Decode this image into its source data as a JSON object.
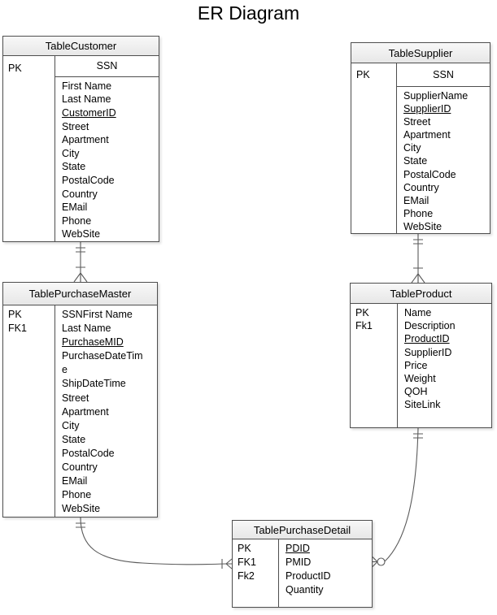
{
  "title": "ER Diagram",
  "diagram": {
    "entities": [
      {
        "id": "customer",
        "name": "TableCustomer",
        "key_labels": [
          "PK"
        ],
        "pk_attribute": "SSN",
        "fields": [
          {
            "text": "First Name",
            "underline": false
          },
          {
            "text": "Last Name",
            "underline": false
          },
          {
            "text": "CustomerID",
            "underline": true
          },
          {
            "text": "Street",
            "underline": false
          },
          {
            "text": "Apartment",
            "underline": false
          },
          {
            "text": "City",
            "underline": false
          },
          {
            "text": "State",
            "underline": false
          },
          {
            "text": "PostalCode",
            "underline": false
          },
          {
            "text": "Country",
            "underline": false
          },
          {
            "text": "EMail",
            "underline": false
          },
          {
            "text": "Phone",
            "underline": false
          },
          {
            "text": "WebSite",
            "underline": false
          }
        ]
      },
      {
        "id": "supplier",
        "name": "TableSupplier",
        "key_labels": [
          "PK"
        ],
        "pk_attribute": "SSN",
        "fields": [
          {
            "text": "SupplierName",
            "underline": false
          },
          {
            "text": "SupplierID",
            "underline": true
          },
          {
            "text": "Street",
            "underline": false
          },
          {
            "text": "Apartment",
            "underline": false
          },
          {
            "text": "City",
            "underline": false
          },
          {
            "text": "State",
            "underline": false
          },
          {
            "text": "PostalCode",
            "underline": false
          },
          {
            "text": "Country",
            "underline": false
          },
          {
            "text": "EMail",
            "underline": false
          },
          {
            "text": "Phone",
            "underline": false
          },
          {
            "text": "WebSite",
            "underline": false
          }
        ]
      },
      {
        "id": "purchase_master",
        "name": "TablePurchaseMaster",
        "key_labels": [
          "PK",
          "FK1"
        ],
        "pk_attribute": null,
        "fields": [
          {
            "text": "SSNFirst Name",
            "underline": false
          },
          {
            "text": "Last Name",
            "underline": false
          },
          {
            "text": "PurchaseMID",
            "underline": true
          },
          {
            "text": "PurchaseDateTime",
            "underline": false
          },
          {
            "text": "ShipDateTime",
            "underline": false
          },
          {
            "text": "Street",
            "underline": false
          },
          {
            "text": "Apartment",
            "underline": false
          },
          {
            "text": "City",
            "underline": false
          },
          {
            "text": "State",
            "underline": false
          },
          {
            "text": "PostalCode",
            "underline": false
          },
          {
            "text": "Country",
            "underline": false
          },
          {
            "text": "EMail",
            "underline": false
          },
          {
            "text": "Phone",
            "underline": false
          },
          {
            "text": "WebSite",
            "underline": false
          }
        ]
      },
      {
        "id": "product",
        "name": "TableProduct",
        "key_labels": [
          "PK",
          "Fk1"
        ],
        "pk_attribute": null,
        "fields": [
          {
            "text": "Name",
            "underline": false
          },
          {
            "text": "Description",
            "underline": false
          },
          {
            "text": "ProductID",
            "underline": true
          },
          {
            "text": "SupplierID",
            "underline": false
          },
          {
            "text": "Price",
            "underline": false
          },
          {
            "text": "Weight",
            "underline": false
          },
          {
            "text": "QOH",
            "underline": false
          },
          {
            "text": "SiteLink",
            "underline": false
          }
        ]
      },
      {
        "id": "purchase_detail",
        "name": "TablePurchaseDetail",
        "key_labels": [
          "PK",
          "FK1",
          "Fk2"
        ],
        "pk_attribute": null,
        "fields": [
          {
            "text": "PDID",
            "underline": true
          },
          {
            "text": "PMID",
            "underline": false
          },
          {
            "text": "ProductID",
            "underline": false
          },
          {
            "text": "Quantity",
            "underline": false
          }
        ]
      }
    ],
    "relationships": [
      {
        "from": "TableCustomer",
        "to": "TablePurchaseMaster",
        "from_cardinality": "one and only one",
        "to_cardinality": "one or many"
      },
      {
        "from": "TableSupplier",
        "to": "TableProduct",
        "from_cardinality": "one and only one",
        "to_cardinality": "one or many"
      },
      {
        "from": "TablePurchaseMaster",
        "to": "TablePurchaseDetail",
        "from_cardinality": "one and only one",
        "to_cardinality": "one or many"
      },
      {
        "from": "TableProduct",
        "to": "TablePurchaseDetail",
        "from_cardinality": "one and only one",
        "to_cardinality": "zero or many"
      }
    ]
  },
  "colors": {
    "background": "#ffffff",
    "entity_border": "#4e4e4e",
    "entity_header_fill": "#ededed",
    "connector": "#5a5a5a",
    "text": "#000000"
  }
}
